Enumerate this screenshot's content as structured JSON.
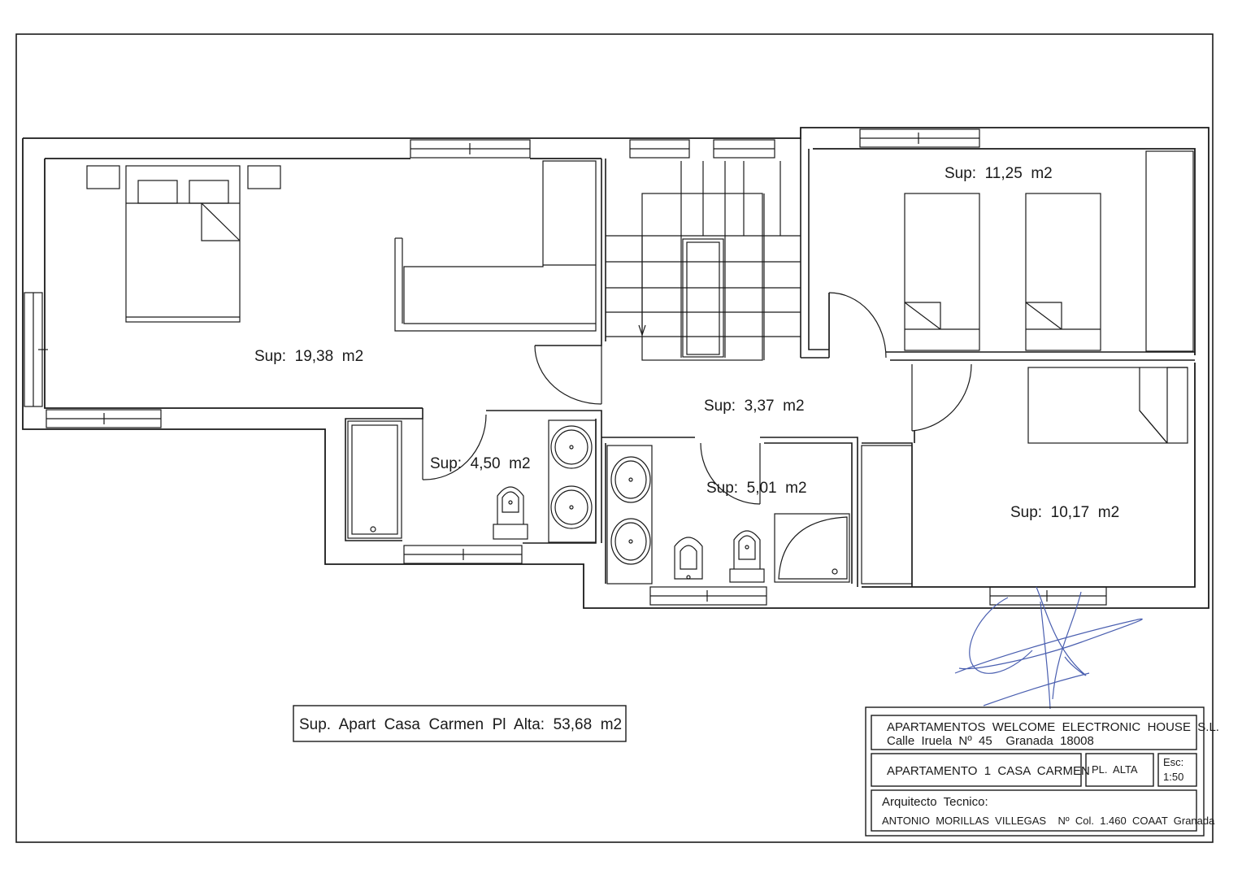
{
  "rooms": [
    {
      "id": "master-bedroom",
      "label": "Sup:  19,38  m2"
    },
    {
      "id": "bedroom-two-beds",
      "label": "Sup:  11,25  m2"
    },
    {
      "id": "hall",
      "label": "Sup:  3,37  m2"
    },
    {
      "id": "bathroom-1",
      "label": "Sup:  4,50  m2"
    },
    {
      "id": "bathroom-2",
      "label": "Sup:  5,01  m2"
    },
    {
      "id": "bedroom-single",
      "label": "Sup:  10,17  m2"
    }
  ],
  "total_area": "Sup.  Apart  Casa  Carmen  Pl  Alta:  53,68  m2",
  "title_block": {
    "company": "APARTAMENTOS  WELCOME  ELECTRONIC  HOUSE  S.L.",
    "address": "Calle  Iruela  Nº  45    Granada  18008",
    "project": "APARTAMENTO  1  CASA  CARMEN",
    "floor": "PL.  ALTA",
    "scale_label": "Esc:",
    "scale_value": "1:50",
    "role": "Arquitecto  Tecnico:",
    "architect": "ANTONIO  MORILLAS  VILLEGAS    Nº  Col.  1.460  COAAT  Granada"
  },
  "colors": {
    "line": "#1a1a1a",
    "signature": "#4a5fb0"
  }
}
